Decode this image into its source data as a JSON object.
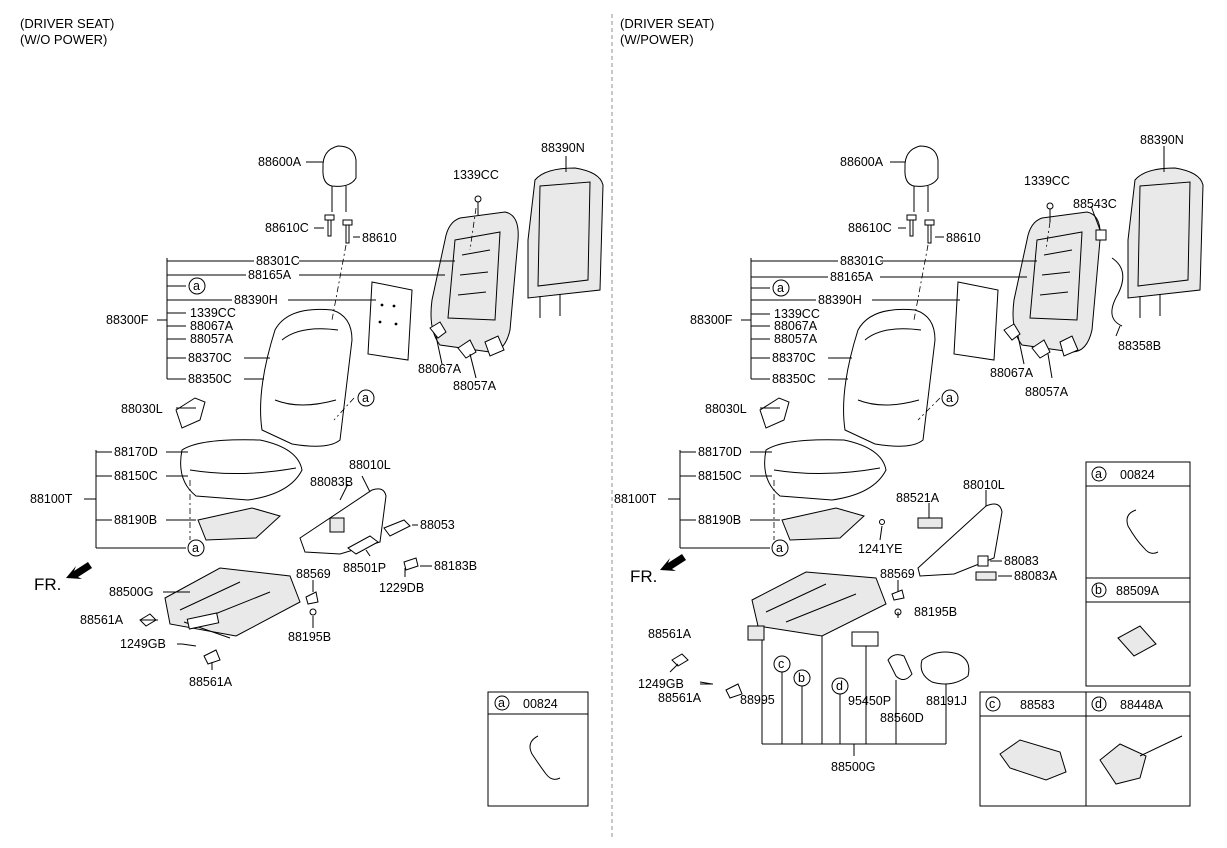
{
  "headers": {
    "left_line1": "(DRIVER SEAT)",
    "left_line2": "(W/O POWER)",
    "right_line1": "(DRIVER SEAT)",
    "right_line2": "(W/POWER)"
  },
  "front_label": "FR.",
  "left": {
    "labels": {
      "p88600A": "88600A",
      "p88610C": "88610C",
      "p88610": "88610",
      "p1339CC_top": "1339CC",
      "p88390N": "88390N",
      "p88301C": "88301C",
      "p88165A": "88165A",
      "p88390H": "88390H",
      "p88300F": "88300F",
      "p1339CC": "1339CC",
      "p88067A": "88067A",
      "p88057A": "88057A",
      "p88370C": "88370C",
      "p88350C": "88350C",
      "p88067A_b": "88067A",
      "p88057A_b": "88057A",
      "p88030L": "88030L",
      "p88170D": "88170D",
      "p88150C": "88150C",
      "p88100T": "88100T",
      "p88190B": "88190B",
      "p88010L": "88010L",
      "p88083B": "88083B",
      "p88053": "88053",
      "p88501P": "88501P",
      "p88183B": "88183B",
      "p1229DB": "1229DB",
      "p88500G": "88500G",
      "p88569": "88569",
      "p88561A": "88561A",
      "p88195B": "88195B",
      "p1249GB": "1249GB",
      "p88561A_b": "88561A"
    },
    "circle_a": "a",
    "inset": {
      "letter": "a",
      "part": "00824"
    }
  },
  "right": {
    "labels": {
      "p88600A": "88600A",
      "p88610C": "88610C",
      "p88610": "88610",
      "p1339CC_top": "1339CC",
      "p88543C": "88543C",
      "p88390N": "88390N",
      "p88301C": "88301C",
      "p88165A": "88165A",
      "p88390H": "88390H",
      "p88300F": "88300F",
      "p1339CC": "1339CC",
      "p88067A": "88067A",
      "p88057A": "88057A",
      "p88370C": "88370C",
      "p88350C": "88350C",
      "p88358B": "88358B",
      "p88067A_b": "88067A",
      "p88057A_b": "88057A",
      "p88030L": "88030L",
      "p88170D": "88170D",
      "p88150C": "88150C",
      "p88100T": "88100T",
      "p88190B": "88190B",
      "p88010L": "88010L",
      "p88521A": "88521A",
      "p1241YE": "1241YE",
      "p88083": "88083",
      "p88083A": "88083A",
      "p88569": "88569",
      "p88195B": "88195B",
      "p88561A": "88561A",
      "p1249GB": "1249GB",
      "p88561A_b": "88561A",
      "p88995": "88995",
      "p95450P": "95450P",
      "p88191J": "88191J",
      "p88560D": "88560D",
      "p88500G": "88500G"
    },
    "circles": {
      "a": "a",
      "b": "b",
      "c": "c",
      "d": "d"
    },
    "insets": {
      "a": {
        "letter": "a",
        "part": "00824"
      },
      "b": {
        "letter": "b",
        "part": "88509A"
      },
      "c": {
        "letter": "c",
        "part": "88583"
      },
      "d": {
        "letter": "d",
        "part": "88448A"
      }
    }
  }
}
